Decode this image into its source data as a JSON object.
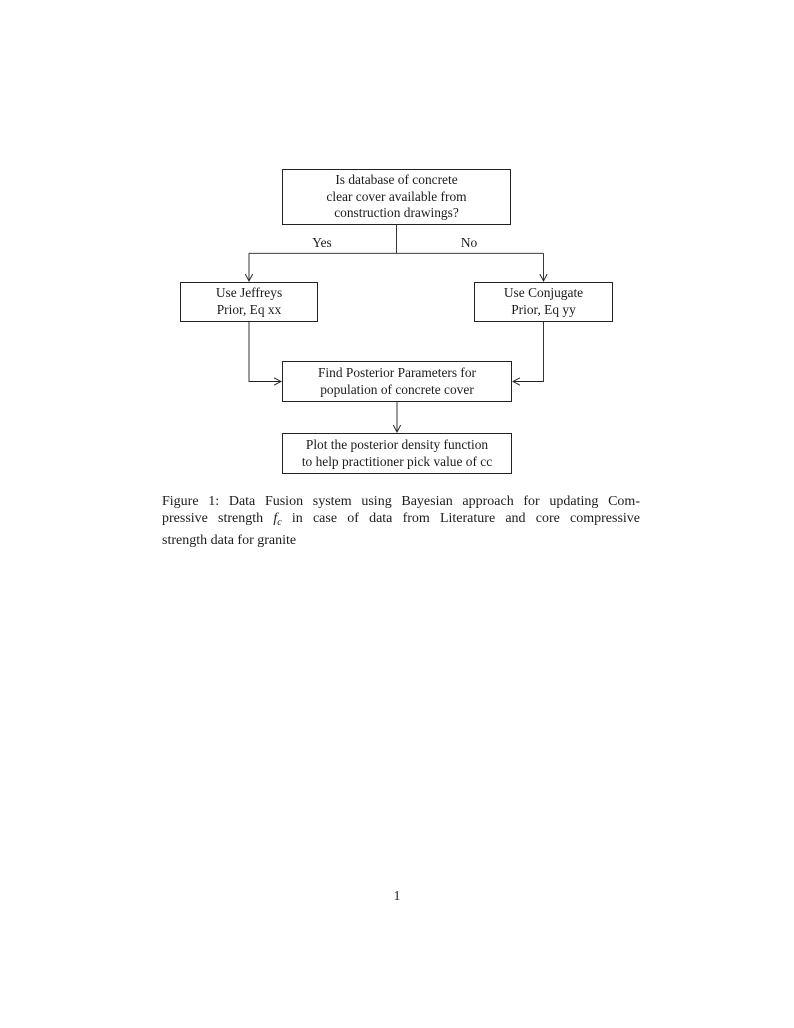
{
  "flowchart": {
    "top_box": {
      "line1": "Is database of concrete",
      "line2": "clear cover available from",
      "line3": "construction drawings?"
    },
    "yes_label": "Yes",
    "no_label": "No",
    "left_box": {
      "line1": "Use Jeffreys",
      "line2": "Prior, Eq xx"
    },
    "right_box": {
      "line1": "Use Conjugate",
      "line2": "Prior, Eq yy"
    },
    "middle_box": {
      "line1": "Find Posterior Parameters for",
      "line2": "population of concrete cover"
    },
    "bottom_box": {
      "line1": "Plot the posterior density function",
      "line2": "to help practitioner pick value of cc"
    },
    "line_color": "#222222"
  },
  "caption": {
    "line1": "Figure 1: Data Fusion system using Bayesian approach for updating Com-",
    "line2_pre": "pressive strength ",
    "math_f": "f",
    "math_sub": "c",
    "line2_post": " in case of data from Literature and core compressive",
    "line3": "strength data for granite"
  },
  "page": {
    "number": "1"
  }
}
